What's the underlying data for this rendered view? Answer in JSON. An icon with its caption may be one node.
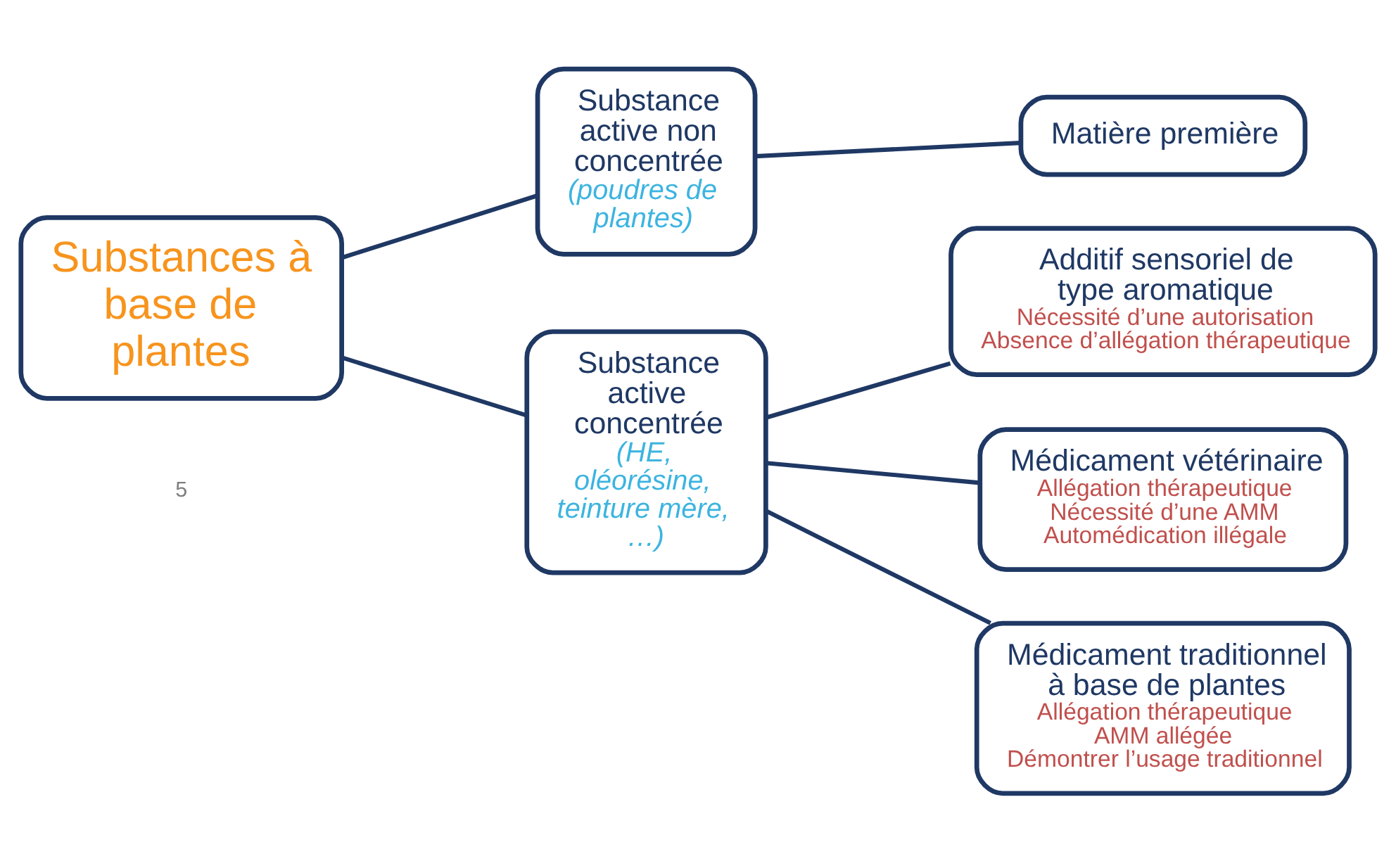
{
  "diagram": {
    "nodes": [
      {
        "text": [
          "Substances à base de plantes"
        ]
      },
      {
        "text": [
          "Substance active non concentrée",
          "(poudres de plantes)"
        ]
      },
      {
        "text": [
          "Substance active concentrée",
          "(HE, oléorésine, teinture mère, …)"
        ]
      },
      {
        "text": [
          "Matière première"
        ]
      },
      {
        "text": [
          "Additif sensoriel de type aromatique",
          "Nécessité d’une autorisation",
          "Absence d’allégation thérapeutique"
        ]
      },
      {
        "text": [
          "Médicament vétérinaire",
          "Allégation thérapeutique",
          "Nécessité d’une AMM",
          "Automédication illégale"
        ]
      },
      {
        "text": [
          "Médicament traditionnel à base de plantes",
          "Allégation thérapeutique",
          "AMM allégée",
          "Démontrer l’usage traditionnel"
        ]
      }
    ],
    "edges": [
      {
        "from": 0,
        "to": 1,
        "arrow": "none"
      },
      {
        "from": 0,
        "to": 2,
        "arrow": "none"
      },
      {
        "from": 1,
        "to": 3,
        "arrow": "none"
      },
      {
        "from": 2,
        "to": 4,
        "arrow": "none"
      },
      {
        "from": 2,
        "to": 5,
        "arrow": "none"
      },
      {
        "from": 2,
        "to": 6,
        "arrow": "none"
      }
    ],
    "labels": [
      "5"
    ]
  }
}
